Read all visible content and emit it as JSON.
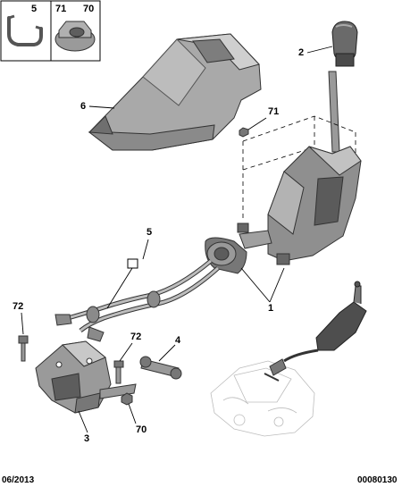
{
  "inset": {
    "labels": [
      "5",
      "71",
      "70"
    ]
  },
  "callouts": {
    "knob": "2",
    "console": "6",
    "nut_top": "71",
    "cable_tag": "5",
    "gear_selector": "1",
    "bolt_left": "72",
    "bolt_mid": "72",
    "link_rod": "4",
    "bracket": "3",
    "nut_bottom": "70"
  },
  "footer": {
    "date": "06/2013",
    "code": "00080130"
  },
  "colors": {
    "line": "#000000",
    "part_dark": "#4a4a4a",
    "part_mid": "#8c8c8c",
    "part_light": "#c8c8c8",
    "ghost": "#bdbdbd"
  }
}
